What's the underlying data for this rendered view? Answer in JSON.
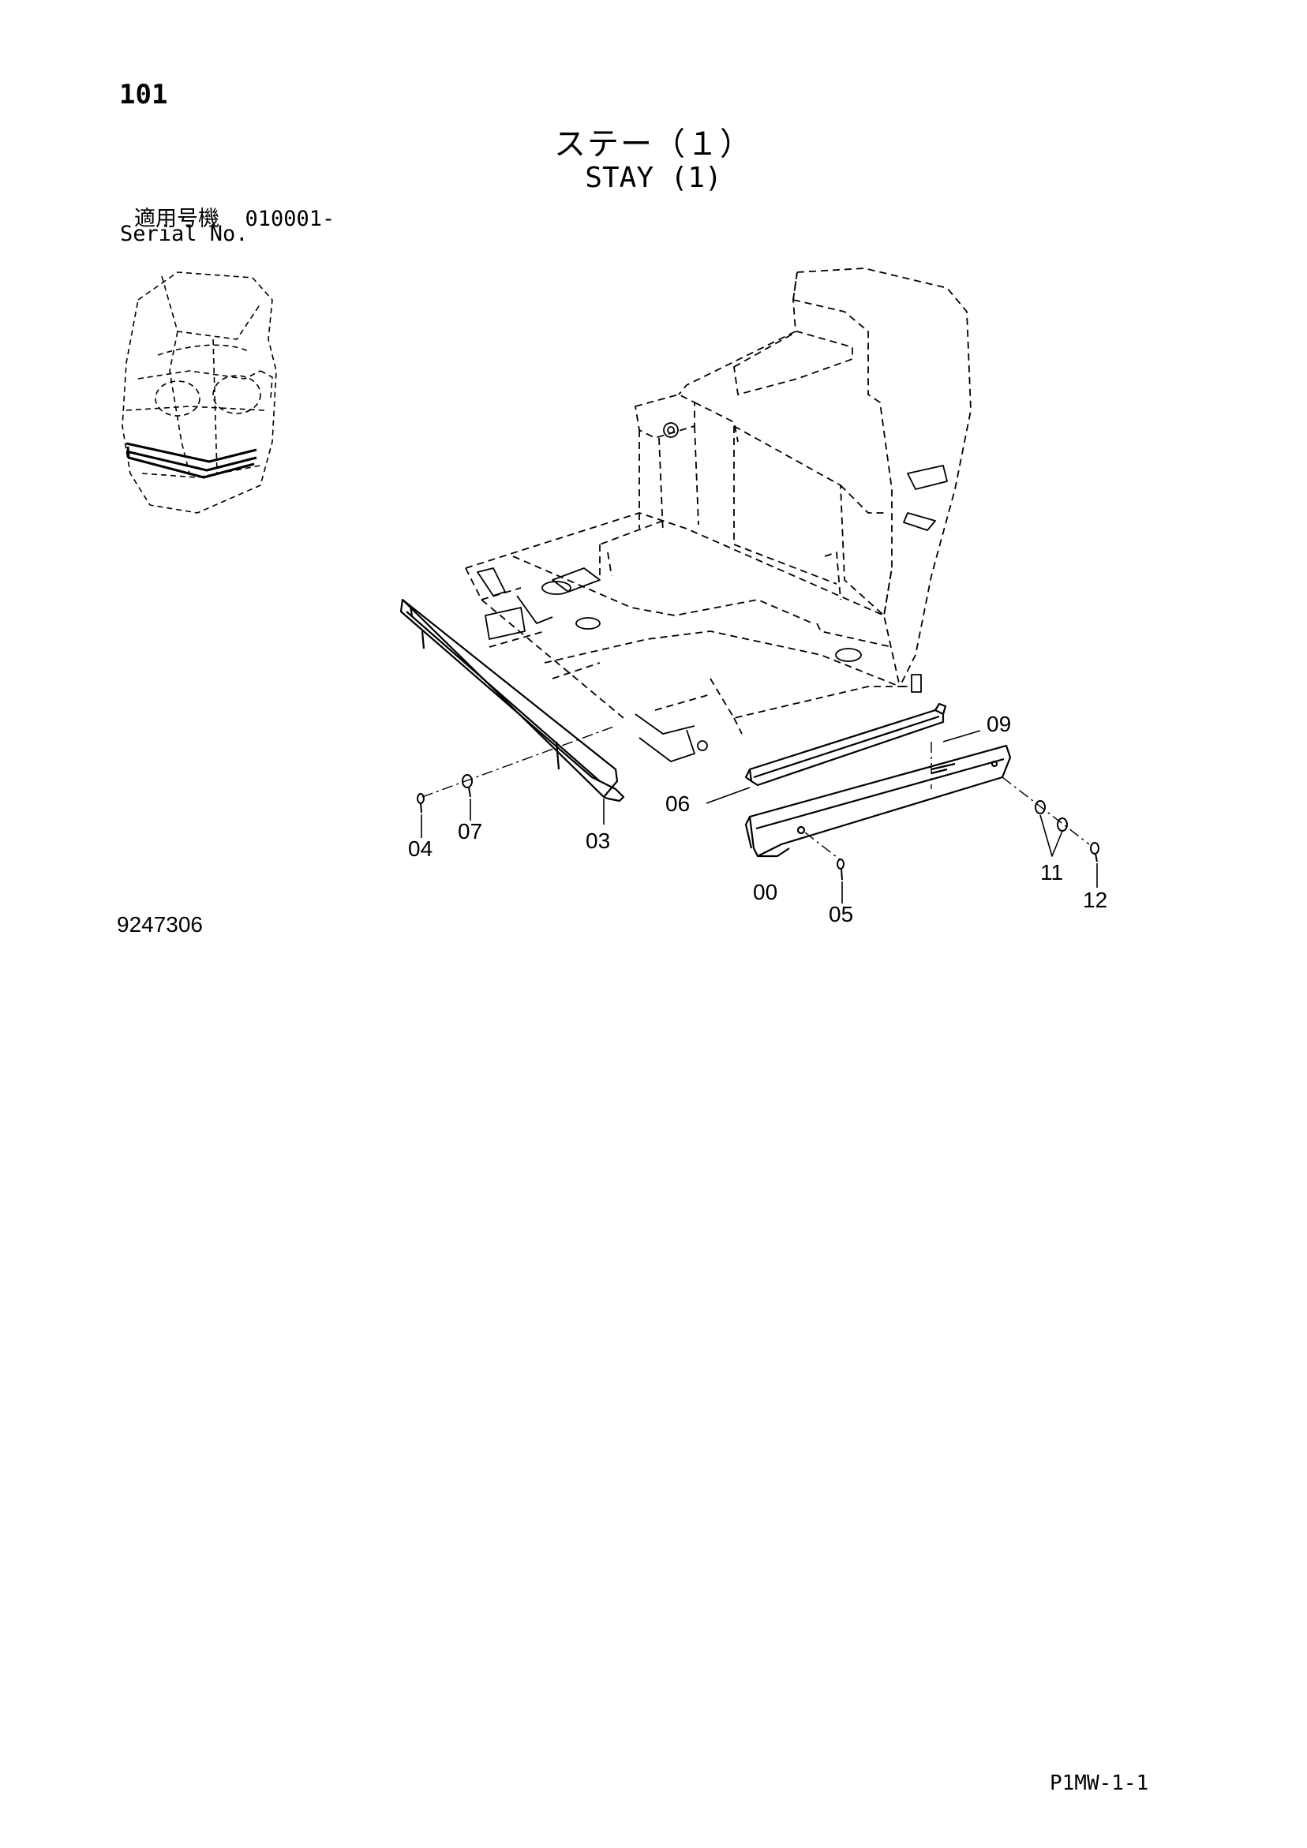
{
  "header": {
    "page_number": "101",
    "title_ja": "ステー（１）",
    "title_en": "STAY (1)",
    "serial_label_ja": "適用号機",
    "serial_value": "010001-",
    "serial_label_en": "Serial No."
  },
  "diagram": {
    "callouts": [
      "09",
      "06",
      "04",
      "07",
      "03",
      "00",
      "05",
      "11",
      "12"
    ]
  },
  "footer": {
    "figure_code": "9247306",
    "page_code": "P1MW-1-1"
  }
}
